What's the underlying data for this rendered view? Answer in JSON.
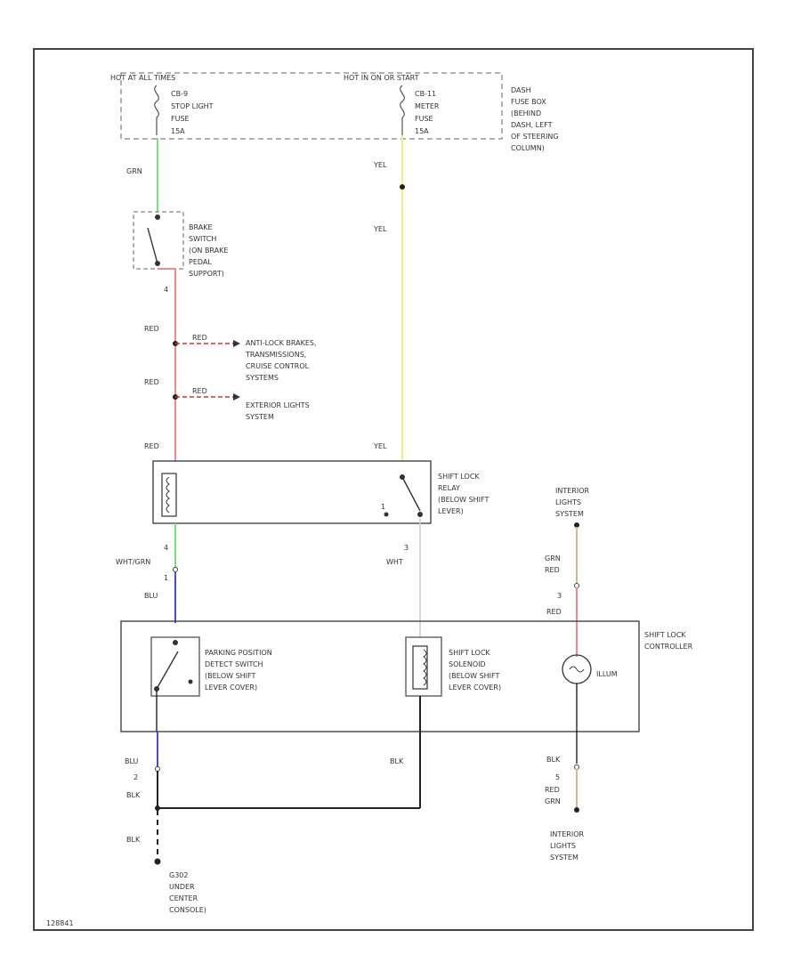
{
  "fuse_box": {
    "hot_all_times": "HOT AT ALL TIMES",
    "hot_in_on_start": "HOT IN ON OR START",
    "fuse_cb9": [
      "CB-9",
      "STOP LIGHT",
      "FUSE",
      "15A"
    ],
    "fuse_cb11": [
      "CB-11",
      "METER",
      "FUSE",
      "15A"
    ],
    "box_label": [
      "DASH",
      "FUSE BOX",
      "(BEHIND",
      "DASH, LEFT",
      "OF STEERING",
      "COLUMN)"
    ]
  },
  "wires": {
    "grn": "GRN",
    "yel_upper": "YEL",
    "yel_mid": "YEL",
    "red_1": "RED",
    "red_2": "RED",
    "red_3": "RED",
    "red_tap_1": "RED",
    "red_tap_2": "RED",
    "yel_lower": "YEL",
    "wht_grn": "WHT/GRN",
    "wht": "WHT",
    "blu_1": "BLU",
    "blu_2": "BLU",
    "blk_1": "BLK",
    "blk_2": "BLK",
    "blk_3": "BLK",
    "grn_red": [
      "GRN",
      "RED"
    ],
    "red_ctrl": "RED",
    "blk_ctrl": "BLK",
    "red_grn": [
      "RED",
      "GRN"
    ]
  },
  "pins": {
    "brake_out": "4",
    "relay_left": "4",
    "relay_left_bottom": "1",
    "relay_right": "3",
    "illum_top": "3",
    "illum_bottom": "5",
    "blk_left": "2",
    "relay_contact": "1"
  },
  "components": {
    "brake_switch": [
      "BRAKE",
      "SWITCH",
      "(ON BRAKE",
      "PEDAL",
      "SUPPORT)"
    ],
    "abs_systems": [
      "ANTI-LOCK BRAKES,",
      "TRANSMISSIONS,",
      "CRUISE CONTROL",
      "SYSTEMS"
    ],
    "exterior_lights": [
      "EXTERIOR LIGHTS",
      "SYSTEM"
    ],
    "shift_lock_relay": [
      "SHIFT LOCK",
      "RELAY",
      "(BELOW SHIFT",
      "LEVER)"
    ],
    "interior_lights_top": [
      "INTERIOR",
      "LIGHTS",
      "SYSTEM"
    ],
    "shift_lock_controller": [
      "SHIFT LOCK",
      "CONTROLLER"
    ],
    "park_switch": [
      "PARKING POSITION",
      "DETECT SWITCH",
      "(BELOW SHIFT",
      "LEVER COVER)"
    ],
    "shift_solenoid": [
      "SHIFT LOCK",
      "SOLENOID",
      "(BELOW SHIFT",
      "LEVER COVER)"
    ],
    "illum": "ILLUM",
    "ground": [
      "G302",
      "UNDER",
      "CENTER",
      "CONSOLE)"
    ],
    "interior_lights_bottom": [
      "INTERIOR",
      "LIGHTS",
      "SYSTEM"
    ]
  },
  "footer": {
    "code": "128841"
  },
  "colors": {
    "wire_green": "#7be07b",
    "wire_yellow": "#f0f07a",
    "wire_red": "#f08a8a",
    "wire_blue": "#4a4ae8",
    "wire_tan": "#d8b888",
    "wire_black": "#222222",
    "wire_white": "#cccccc",
    "red_tap": "#d83030",
    "frame": "#444444",
    "dash": "#666666"
  }
}
